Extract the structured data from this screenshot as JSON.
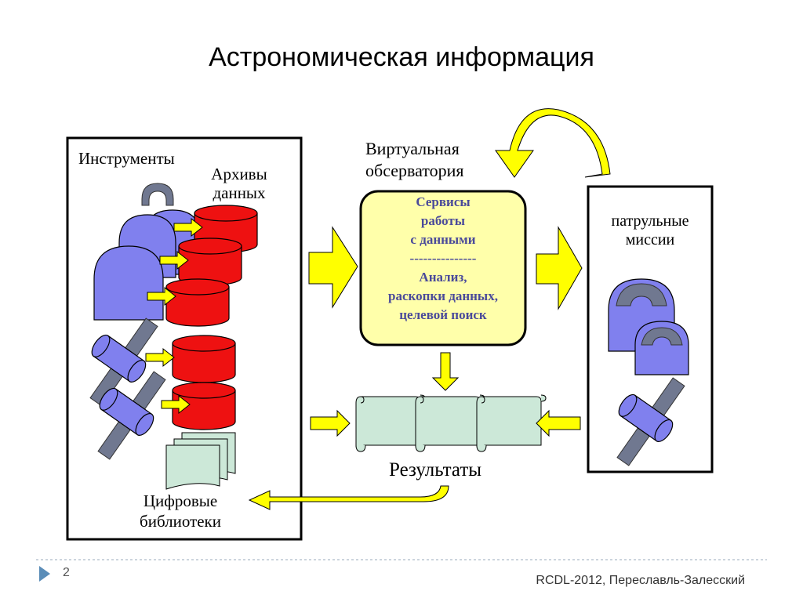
{
  "slide": {
    "title": "Астрономическая информация",
    "page_number": "2",
    "footer": "RCDL-2012, Переславль-Залесский"
  },
  "diagram": {
    "left_box": {
      "instruments": "Инструменты",
      "archives_line1": "Архивы",
      "archives_line2": "данных",
      "digital_libraries_line1": "Цифровые",
      "digital_libraries_line2": "библиотеки"
    },
    "virtual_observatory": {
      "title_line1": "Виртуальная",
      "title_line2": "обсерватория",
      "services": [
        "Сервисы",
        "работы",
        "с данными",
        "---------------",
        "Анализ,",
        "раскопки данных,",
        "целевой поиск"
      ]
    },
    "right_box": {
      "title_line1": "патрульные",
      "title_line2": "миссии"
    },
    "results": "Результаты"
  },
  "colors": {
    "instrument_blue": "#8080ee",
    "archive_red": "#ee1111",
    "arrow_yellow": "#ffff00",
    "services_box": "#ffffaa",
    "scroll_green": "#cce8d8",
    "satellite_panel": "#707890"
  }
}
